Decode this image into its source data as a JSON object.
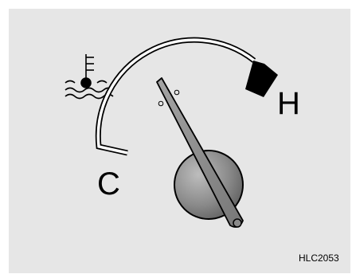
{
  "gauge": {
    "title": "",
    "cold_label": "C",
    "hot_label": "H",
    "figure_code": "HLC2053",
    "icon": "coolant-temperature-icon",
    "hot_zone_color": "#000000",
    "needle_color": "#8a8a8a",
    "hub_color": "#7a7a7a",
    "background_color": "#e6e6e6"
  }
}
